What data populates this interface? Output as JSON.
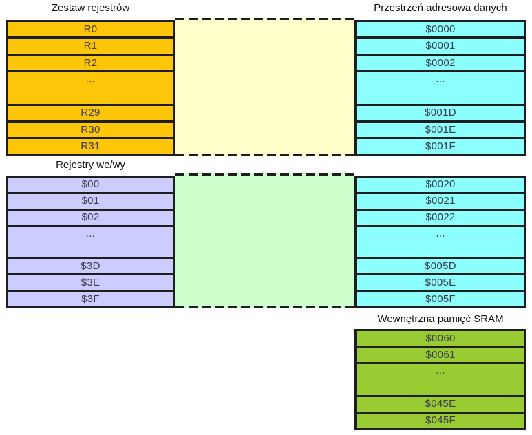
{
  "colors": {
    "line": "#1e1e1e",
    "label": "#3a3a4e",
    "title": "#111111",
    "register-fill": "#fdc608",
    "io-fill": "#ccccfe",
    "dataspace-fill": "#8cffff",
    "map-upper-fill": "#ffffcc",
    "map-lower-fill": "#ccffcc",
    "sram-fill": "#99cc33"
  },
  "sections": {
    "registers": {
      "title": "Zestaw rejestrów",
      "rows": [
        "R0",
        "R1",
        "R2",
        "...",
        "R29",
        "R30",
        "R31"
      ]
    },
    "data_space": {
      "title": "Przestrzeń adresowa danych",
      "upper_rows": [
        "$0000",
        "$0001",
        "$0002",
        "...",
        "$001D",
        "$001E",
        "$001F"
      ],
      "io_rows": [
        "$0020",
        "$0021",
        "$0022",
        "...",
        "$005D",
        "$005E",
        "$005F"
      ]
    },
    "io_registers": {
      "title": "Rejestry we/wy",
      "rows": [
        "$00",
        "$01",
        "$02",
        "...",
        "$3D",
        "$3E",
        "$3F"
      ]
    },
    "sram": {
      "title": "Wewnętrzna pamięć SRAM",
      "rows": [
        "$0060",
        "$0061",
        "...",
        "$045E",
        "$045F"
      ]
    }
  }
}
